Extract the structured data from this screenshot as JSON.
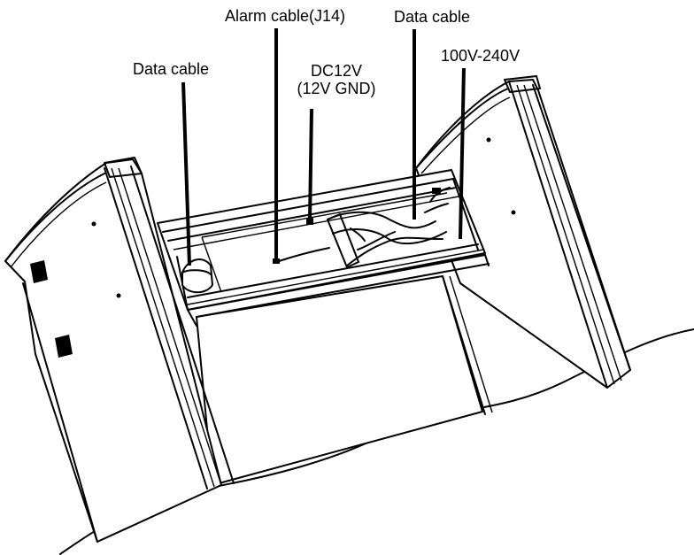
{
  "labels": {
    "data_cable_left": "Data cable",
    "alarm_cable": "Alarm cable(J14)",
    "data_cable_right": "Data cable",
    "dc_line1": "DC12V",
    "dc_line2": "(12V GND)",
    "ac_input": "100V-240V"
  },
  "colors": {
    "ink": "#000000",
    "background": "#ffffff"
  }
}
